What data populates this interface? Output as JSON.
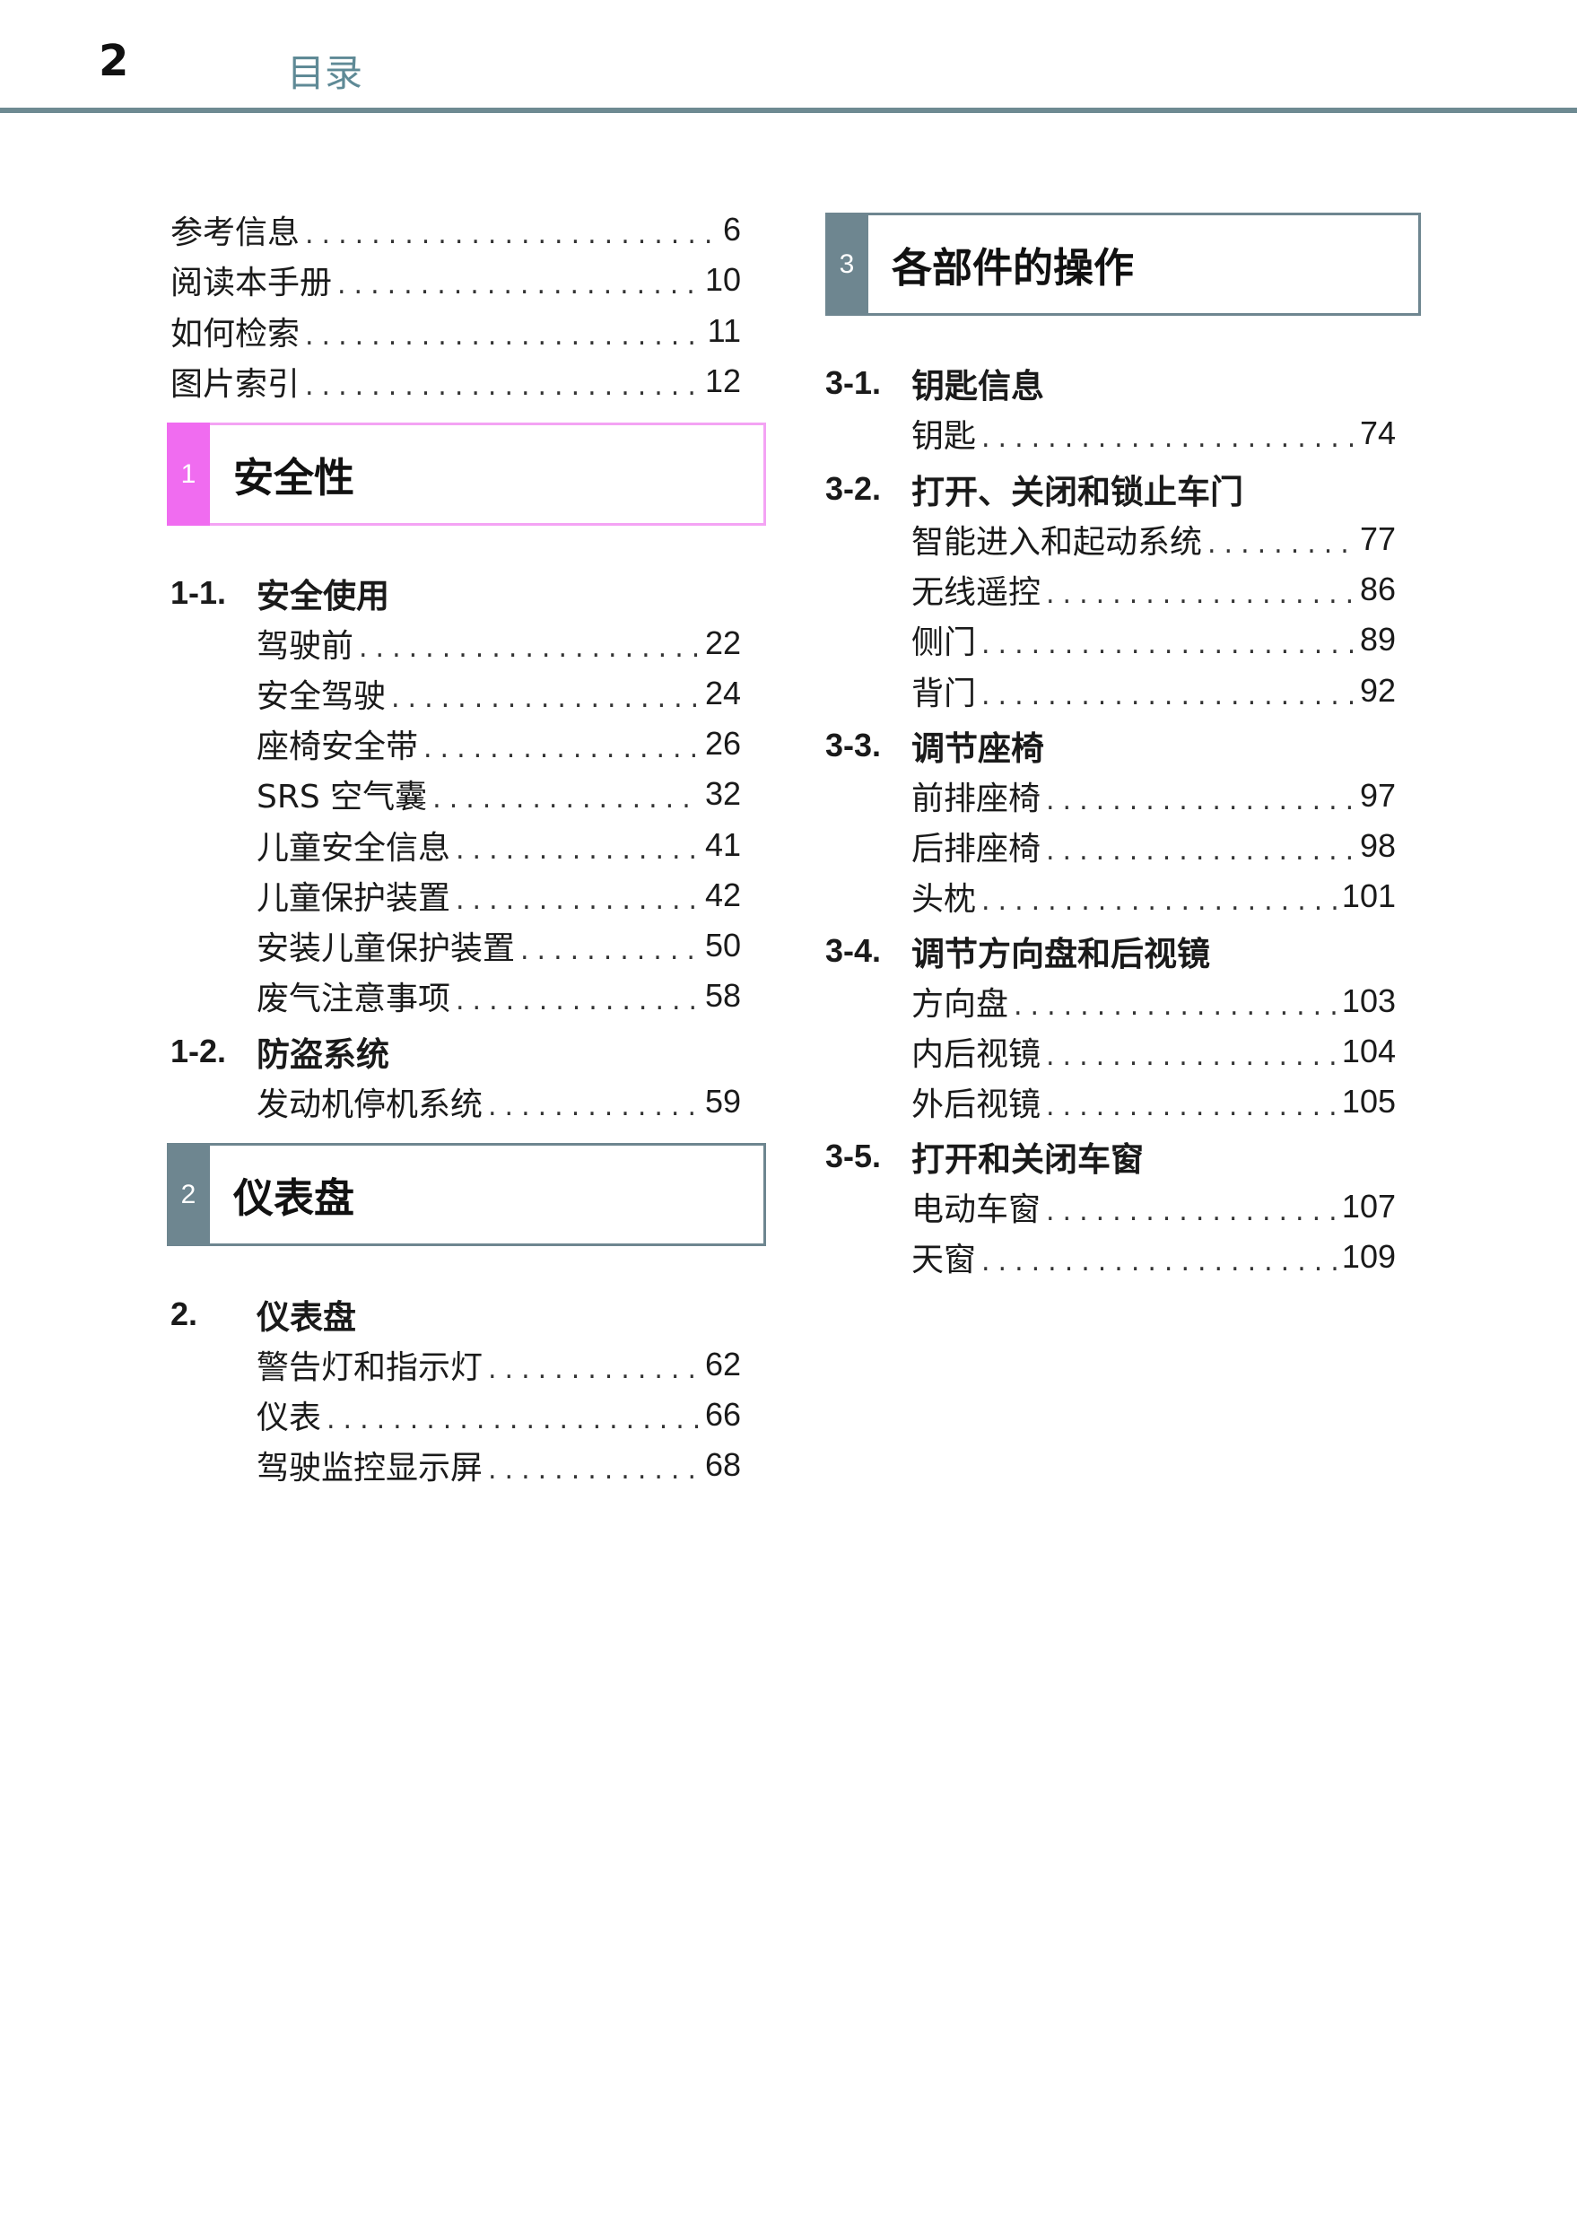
{
  "header": {
    "page_number": "2",
    "title": "目录",
    "rule_color": "#6e8a92"
  },
  "intro": [
    {
      "label": "参考信息",
      "page": "6"
    },
    {
      "label": "阅读本手册",
      "page": "10"
    },
    {
      "label": "如何检索",
      "page": "11"
    },
    {
      "label": "图片索引",
      "page": "12"
    }
  ],
  "chapters": [
    {
      "number": "1",
      "title": "安全性",
      "tab_color": "#f06cf0",
      "border_color": "#f4a3f4",
      "sections": [
        {
          "number": "1-1.",
          "title": "安全使用",
          "entries": [
            {
              "label": "驾驶前",
              "page": "22"
            },
            {
              "label": "安全驾驶",
              "page": "24"
            },
            {
              "label": "座椅安全带",
              "page": "26"
            },
            {
              "label": "SRS 空气囊",
              "page": "32"
            },
            {
              "label": "儿童安全信息",
              "page": "41"
            },
            {
              "label": "儿童保护装置",
              "page": "42"
            },
            {
              "label": "安装儿童保护装置",
              "page": "50"
            },
            {
              "label": "废气注意事项",
              "page": "58"
            }
          ]
        },
        {
          "number": "1-2.",
          "title": "防盗系统",
          "entries": [
            {
              "label": "发动机停机系统",
              "page": "59"
            }
          ]
        }
      ]
    },
    {
      "number": "2",
      "title": "仪表盘",
      "tab_color": "#6e8690",
      "border_color": "#6e8690",
      "sections": [
        {
          "number": "2.",
          "title": "仪表盘",
          "entries": [
            {
              "label": "警告灯和指示灯",
              "page": "62"
            },
            {
              "label": "仪表",
              "page": "66"
            },
            {
              "label": "驾驶监控显示屏",
              "page": "68"
            }
          ]
        }
      ]
    },
    {
      "number": "3",
      "title": "各部件的操作",
      "tab_color": "#6e8690",
      "border_color": "#6e8690",
      "sections": [
        {
          "number": "3-1.",
          "title": "钥匙信息",
          "entries": [
            {
              "label": "钥匙",
              "page": "74"
            }
          ]
        },
        {
          "number": "3-2.",
          "title": "打开、关闭和锁止车门",
          "entries": [
            {
              "label": "智能进入和起动系统",
              "page": "77"
            },
            {
              "label": "无线遥控",
              "page": "86"
            },
            {
              "label": "侧门",
              "page": "89"
            },
            {
              "label": "背门",
              "page": "92"
            }
          ]
        },
        {
          "number": "3-3.",
          "title": "调节座椅",
          "entries": [
            {
              "label": "前排座椅",
              "page": "97"
            },
            {
              "label": "后排座椅",
              "page": "98"
            },
            {
              "label": "头枕",
              "page": "101"
            }
          ]
        },
        {
          "number": "3-4.",
          "title": "调节方向盘和后视镜",
          "entries": [
            {
              "label": "方向盘",
              "page": "103"
            },
            {
              "label": "内后视镜",
              "page": "104"
            },
            {
              "label": "外后视镜",
              "page": "105"
            }
          ]
        },
        {
          "number": "3-5.",
          "title": "打开和关闭车窗",
          "entries": [
            {
              "label": "电动车窗",
              "page": "107"
            },
            {
              "label": "天窗",
              "page": "109"
            }
          ]
        }
      ]
    }
  ]
}
